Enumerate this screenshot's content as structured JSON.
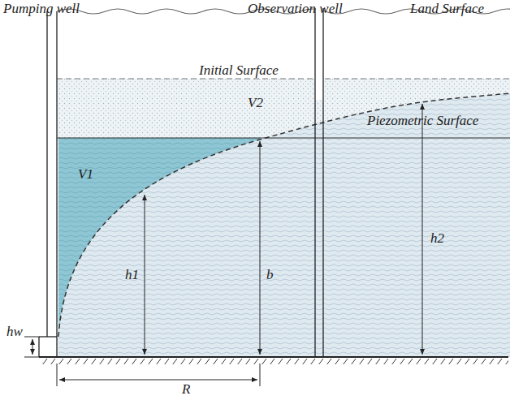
{
  "diagram": {
    "labels": [
      "Pumping well",
      "Observation well",
      "Land Surface",
      "Initial Surface",
      "V2",
      "Piezometric Surface",
      "V1",
      "h1",
      "b",
      "h2",
      "hw",
      "R"
    ]
  }
}
